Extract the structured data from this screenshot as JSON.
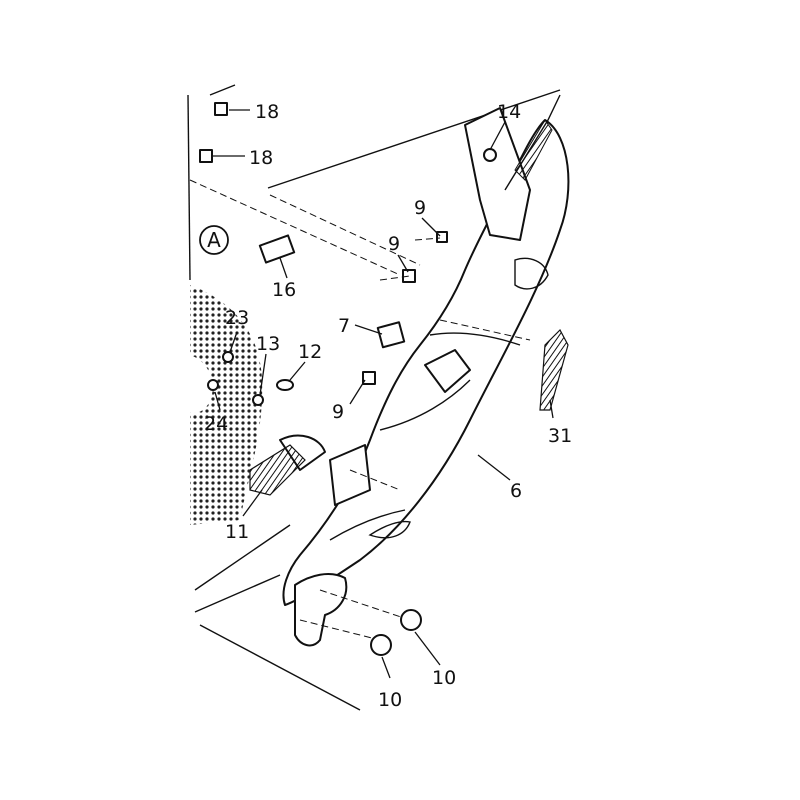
{
  "diagram": {
    "callouts": [
      "18",
      "18",
      "14",
      "9",
      "9",
      "16",
      "7",
      "23",
      "13",
      "12",
      "9",
      "24",
      "11",
      "31",
      "6",
      "10",
      "10"
    ],
    "view_marker": "A"
  }
}
